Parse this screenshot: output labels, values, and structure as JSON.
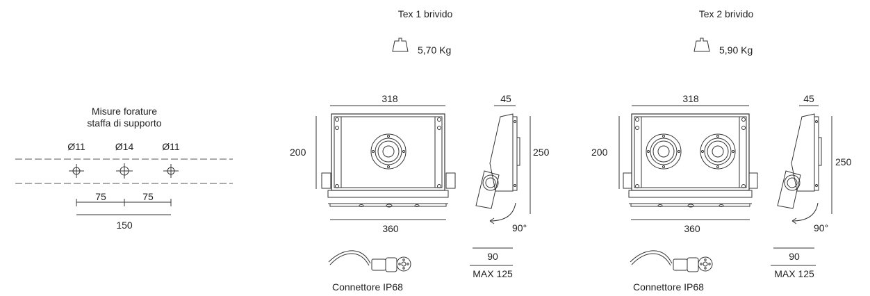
{
  "holes": {
    "title_line1": "Misure forature",
    "title_line2": "staffa di supporto",
    "d_left": "Ø11",
    "d_center": "Ø14",
    "d_right": "Ø11",
    "spacing_left": "75",
    "spacing_right": "75",
    "total": "150"
  },
  "products": [
    {
      "name": "Tex 1 brivido",
      "weight": "5,70 Kg",
      "front_width": "318",
      "front_height": "200",
      "bracket_width": "360",
      "side_depth": "45",
      "side_height": "250",
      "tilt": "90°",
      "connector_label": "Connettore IP68",
      "clearance": "90",
      "max_clearance": "MAX 125"
    },
    {
      "name": "Tex 2 brivido",
      "weight": "5,90 Kg",
      "front_width": "318",
      "front_height": "200",
      "bracket_width": "360",
      "side_depth": "45",
      "side_height": "250",
      "tilt": "90°",
      "connector_label": "Connettore IP68",
      "clearance": "90",
      "max_clearance": "MAX 125"
    }
  ]
}
